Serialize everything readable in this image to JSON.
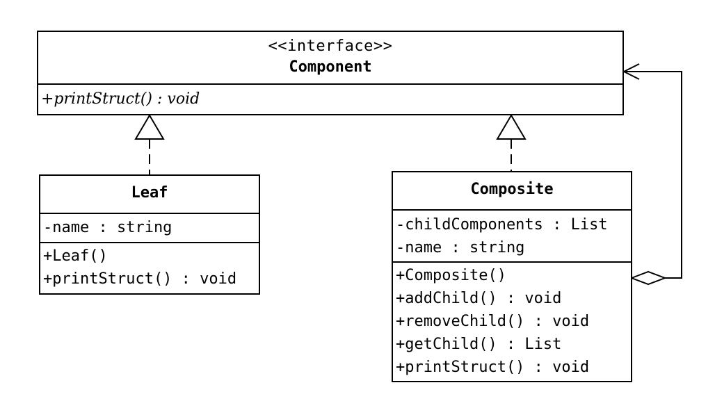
{
  "component": {
    "stereotype": "<<interface>>",
    "name": "Component",
    "operations": [
      "+printStruct() : void"
    ]
  },
  "leaf": {
    "name": "Leaf",
    "attributes": [
      "-name : string"
    ],
    "operations": [
      "+Leaf()",
      "+printStruct() : void"
    ]
  },
  "composite": {
    "name": "Composite",
    "attributes": [
      "-childComponents : List",
      "-name : string"
    ],
    "operations": [
      "+Composite()",
      "+addChild() : void",
      "+removeChild() : void",
      "+getChild() : List",
      "+printStruct() : void"
    ]
  },
  "relationships": [
    {
      "type": "realization",
      "from": "Leaf",
      "to": "Component"
    },
    {
      "type": "realization",
      "from": "Composite",
      "to": "Component"
    },
    {
      "type": "aggregation",
      "from": "Composite",
      "to": "Component"
    }
  ]
}
